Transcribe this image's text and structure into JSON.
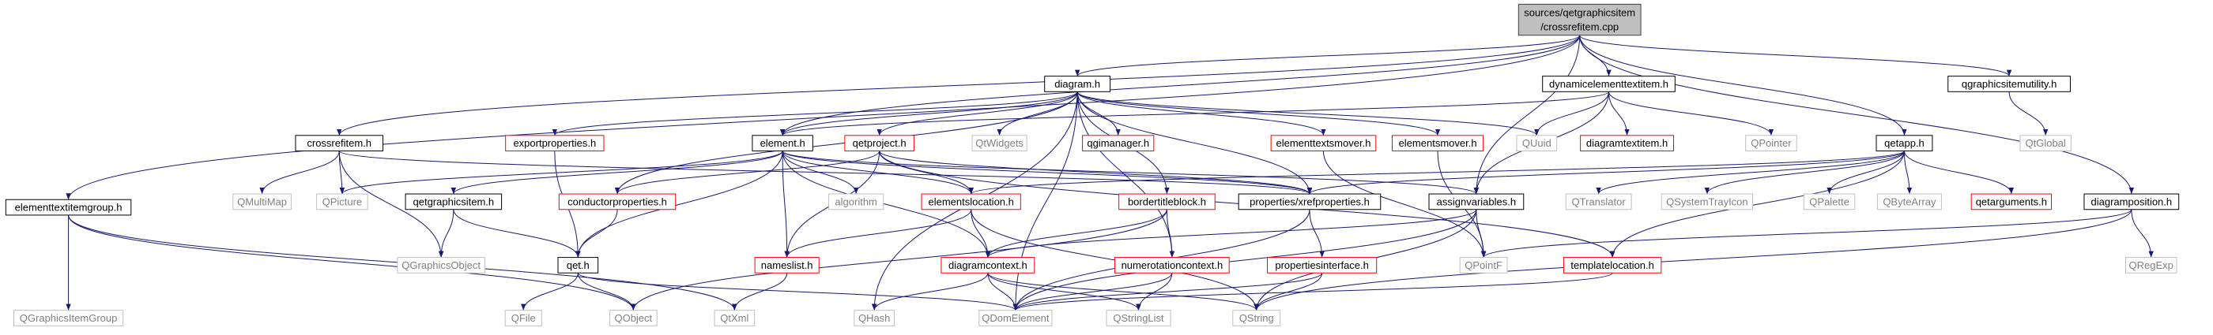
{
  "graph": {
    "root": [
      "sources/qetgraphicsitem",
      "/crossrefitem.cpp"
    ],
    "colors": {
      "edge": "#191970",
      "root_fill": "#bfbfbf",
      "root_border": "#404040",
      "project_border": "#000000",
      "incomplete_border": "#ff0000",
      "system_border": "#bfbfbf",
      "system_text": "#808080",
      "text": "#000000"
    },
    "nodes": [
      {
        "id": "root",
        "label": "sources/qetgraphicsitem",
        "kind": "root"
      },
      {
        "id": "diagram_h",
        "label": "diagram.h",
        "kind": "project"
      },
      {
        "id": "dynamicelementtextitem_h",
        "label": "dynamicelementtextitem.h",
        "kind": "project"
      },
      {
        "id": "qgraphicsitemutility_h",
        "label": "qgraphicsitemutility.h",
        "kind": "project"
      },
      {
        "id": "crossrefitem_h",
        "label": "crossrefitem.h",
        "kind": "project"
      },
      {
        "id": "exportproperties_h",
        "label": "exportproperties.h",
        "kind": "incomplete"
      },
      {
        "id": "element_h",
        "label": "element.h",
        "kind": "project"
      },
      {
        "id": "qetproject_h",
        "label": "qetproject.h",
        "kind": "incomplete"
      },
      {
        "id": "QtWidgets",
        "label": "QtWidgets",
        "kind": "system"
      },
      {
        "id": "qgimanager_h",
        "label": "qgimanager.h",
        "kind": "incomplete"
      },
      {
        "id": "elementtextsmover_h",
        "label": "elementtextsmover.h",
        "kind": "incomplete"
      },
      {
        "id": "elementsmover_h",
        "label": "elementsmover.h",
        "kind": "incomplete"
      },
      {
        "id": "QUuid",
        "label": "QUuid",
        "kind": "system"
      },
      {
        "id": "diagramtextitem_h",
        "label": "diagramtextitem.h",
        "kind": "incomplete"
      },
      {
        "id": "QPointer",
        "label": "QPointer",
        "kind": "system"
      },
      {
        "id": "qetapp_h",
        "label": "qetapp.h",
        "kind": "project"
      },
      {
        "id": "QtGlobal",
        "label": "QtGlobal",
        "kind": "system"
      },
      {
        "id": "elementtextitemgroup_h",
        "label": "elementtextitemgroup.h",
        "kind": "project"
      },
      {
        "id": "QMultiMap",
        "label": "QMultiMap",
        "kind": "system"
      },
      {
        "id": "QPicture",
        "label": "QPicture",
        "kind": "system"
      },
      {
        "id": "qetgraphicsitem_h",
        "label": "qetgraphicsitem.h",
        "kind": "project"
      },
      {
        "id": "conductorproperties_h",
        "label": "conductorproperties.h",
        "kind": "incomplete"
      },
      {
        "id": "algorithm",
        "label": "algorithm",
        "kind": "system"
      },
      {
        "id": "elementslocation_h",
        "label": "elementslocation.h",
        "kind": "incomplete"
      },
      {
        "id": "bordertitleblock_h",
        "label": "bordertitleblock.h",
        "kind": "incomplete"
      },
      {
        "id": "properties_xrefproperties_h",
        "label": "properties/xrefproperties.h",
        "kind": "project"
      },
      {
        "id": "assignvariables_h",
        "label": "assignvariables.h",
        "kind": "project"
      },
      {
        "id": "QTranslator",
        "label": "QTranslator",
        "kind": "system"
      },
      {
        "id": "QSystemTrayIcon",
        "label": "QSystemTrayIcon",
        "kind": "system"
      },
      {
        "id": "QPalette",
        "label": "QPalette",
        "kind": "system"
      },
      {
        "id": "QByteArray",
        "label": "QByteArray",
        "kind": "system"
      },
      {
        "id": "qetarguments_h",
        "label": "qetarguments.h",
        "kind": "incomplete"
      },
      {
        "id": "diagramposition_h",
        "label": "diagramposition.h",
        "kind": "project"
      },
      {
        "id": "QGraphicsObject",
        "label": "QGraphicsObject",
        "kind": "system"
      },
      {
        "id": "qet_h",
        "label": "qet.h",
        "kind": "project"
      },
      {
        "id": "nameslist_h",
        "label": "nameslist.h",
        "kind": "incomplete"
      },
      {
        "id": "diagramcontext_h",
        "label": "diagramcontext.h",
        "kind": "incomplete"
      },
      {
        "id": "numerotationcontext_h",
        "label": "numerotationcontext.h",
        "kind": "incomplete"
      },
      {
        "id": "propertiesinterface_h",
        "label": "propertiesinterface.h",
        "kind": "incomplete"
      },
      {
        "id": "templatelocation_h",
        "label": "templatelocation.h",
        "kind": "incomplete"
      },
      {
        "id": "QPointF",
        "label": "QPointF",
        "kind": "system"
      },
      {
        "id": "QRegExp",
        "label": "QRegExp",
        "kind": "system"
      },
      {
        "id": "QGraphicsItemGroup",
        "label": "QGraphicsItemGroup",
        "kind": "system"
      },
      {
        "id": "QFile",
        "label": "QFile",
        "kind": "system"
      },
      {
        "id": "QObject",
        "label": "QObject",
        "kind": "system"
      },
      {
        "id": "QtXml",
        "label": "QtXml",
        "kind": "system"
      },
      {
        "id": "QHash",
        "label": "QHash",
        "kind": "system"
      },
      {
        "id": "QDomElement",
        "label": "QDomElement",
        "kind": "system"
      },
      {
        "id": "QStringList",
        "label": "QStringList",
        "kind": "system"
      },
      {
        "id": "QString",
        "label": "QString",
        "kind": "system"
      }
    ],
    "edges": [
      [
        "root",
        "diagram_h"
      ],
      [
        "root",
        "dynamicelementtextitem_h"
      ],
      [
        "root",
        "qgraphicsitemutility_h"
      ],
      [
        "root",
        "crossrefitem_h"
      ],
      [
        "root",
        "element_h"
      ],
      [
        "root",
        "qetapp_h"
      ],
      [
        "root",
        "elementtextitemgroup_h"
      ],
      [
        "root",
        "diagramposition_h"
      ],
      [
        "root",
        "assignvariables_h"
      ],
      [
        "diagram_h",
        "exportproperties_h"
      ],
      [
        "diagram_h",
        "element_h"
      ],
      [
        "diagram_h",
        "qetproject_h"
      ],
      [
        "diagram_h",
        "QtWidgets"
      ],
      [
        "diagram_h",
        "qgimanager_h"
      ],
      [
        "diagram_h",
        "elementtextsmover_h"
      ],
      [
        "diagram_h",
        "elementsmover_h"
      ],
      [
        "diagram_h",
        "QUuid"
      ],
      [
        "diagram_h",
        "conductorproperties_h"
      ],
      [
        "diagram_h",
        "bordertitleblock_h"
      ],
      [
        "diagram_h",
        "properties_xrefproperties_h"
      ],
      [
        "diagram_h",
        "numerotationcontext_h"
      ],
      [
        "diagram_h",
        "QHash"
      ],
      [
        "diagram_h",
        "QDomElement"
      ],
      [
        "dynamicelementtextitem_h",
        "element_h"
      ],
      [
        "dynamicelementtextitem_h",
        "QUuid"
      ],
      [
        "dynamicelementtextitem_h",
        "diagramtextitem_h"
      ],
      [
        "dynamicelementtextitem_h",
        "QPointer"
      ],
      [
        "dynamicelementtextitem_h",
        "assignvariables_h"
      ],
      [
        "qgraphicsitemutility_h",
        "QtGlobal"
      ],
      [
        "crossrefitem_h",
        "QMultiMap"
      ],
      [
        "crossrefitem_h",
        "QPicture"
      ],
      [
        "crossrefitem_h",
        "QGraphicsObject"
      ],
      [
        "crossrefitem_h",
        "properties_xrefproperties_h"
      ],
      [
        "exportproperties_h",
        "qet_h"
      ],
      [
        "element_h",
        "QPicture"
      ],
      [
        "element_h",
        "qetgraphicsitem_h"
      ],
      [
        "element_h",
        "algorithm"
      ],
      [
        "element_h",
        "elementslocation_h"
      ],
      [
        "element_h",
        "properties_xrefproperties_h"
      ],
      [
        "element_h",
        "assignvariables_h"
      ],
      [
        "element_h",
        "nameslist_h"
      ],
      [
        "element_h",
        "diagramcontext_h"
      ],
      [
        "element_h",
        "qet_h"
      ],
      [
        "qetproject_h",
        "elementslocation_h"
      ],
      [
        "qetproject_h",
        "conductorproperties_h"
      ],
      [
        "qetproject_h",
        "properties_xrefproperties_h"
      ],
      [
        "qetproject_h",
        "nameslist_h"
      ],
      [
        "qetproject_h",
        "templatelocation_h"
      ],
      [
        "elementtextsmover_h",
        "QPointF"
      ],
      [
        "elementsmover_h",
        "QPointF"
      ],
      [
        "qetapp_h",
        "elementslocation_h"
      ],
      [
        "qetapp_h",
        "QTranslator"
      ],
      [
        "qetapp_h",
        "QSystemTrayIcon"
      ],
      [
        "qetapp_h",
        "QPalette"
      ],
      [
        "qetapp_h",
        "QByteArray"
      ],
      [
        "qetapp_h",
        "qetarguments_h"
      ],
      [
        "qetapp_h",
        "templatelocation_h"
      ],
      [
        "qetapp_h",
        "properties_xrefproperties_h"
      ],
      [
        "elementtextitemgroup_h",
        "QGraphicsItemGroup"
      ],
      [
        "elementtextitemgroup_h",
        "QObject"
      ],
      [
        "elementtextitemgroup_h",
        "QtXml"
      ],
      [
        "qetgraphicsitem_h",
        "QGraphicsObject"
      ],
      [
        "qetgraphicsitem_h",
        "qet_h"
      ],
      [
        "conductorproperties_h",
        "qet_h"
      ],
      [
        "elementslocation_h",
        "nameslist_h"
      ],
      [
        "elementslocation_h",
        "diagramcontext_h"
      ],
      [
        "elementslocation_h",
        "QString"
      ],
      [
        "bordertitleblock_h",
        "diagramcontext_h"
      ],
      [
        "bordertitleblock_h",
        "numerotationcontext_h"
      ],
      [
        "bordertitleblock_h",
        "QObject"
      ],
      [
        "properties_xrefproperties_h",
        "propertiesinterface_h"
      ],
      [
        "properties_xrefproperties_h",
        "QDomElement"
      ],
      [
        "assignvariables_h",
        "diagramcontext_h"
      ],
      [
        "assignvariables_h",
        "QPointF"
      ],
      [
        "assignvariables_h",
        "QDomElement"
      ],
      [
        "assignvariables_h",
        "QString"
      ],
      [
        "diagramposition_h",
        "QPointF"
      ],
      [
        "diagramposition_h",
        "QRegExp"
      ],
      [
        "diagramposition_h",
        "QString"
      ],
      [
        "qet_h",
        "QFile"
      ],
      [
        "qet_h",
        "QObject"
      ],
      [
        "qet_h",
        "QDomElement"
      ],
      [
        "nameslist_h",
        "QtXml"
      ],
      [
        "diagramcontext_h",
        "QHash"
      ],
      [
        "diagramcontext_h",
        "QDomElement"
      ],
      [
        "diagramcontext_h",
        "QStringList"
      ],
      [
        "diagramcontext_h",
        "QString"
      ],
      [
        "numerotationcontext_h",
        "QDomElement"
      ],
      [
        "numerotationcontext_h",
        "QStringList"
      ],
      [
        "propertiesinterface_h",
        "QDomElement"
      ],
      [
        "propertiesinterface_h",
        "QString"
      ],
      [
        "templatelocation_h",
        "QDomElement"
      ]
    ]
  }
}
